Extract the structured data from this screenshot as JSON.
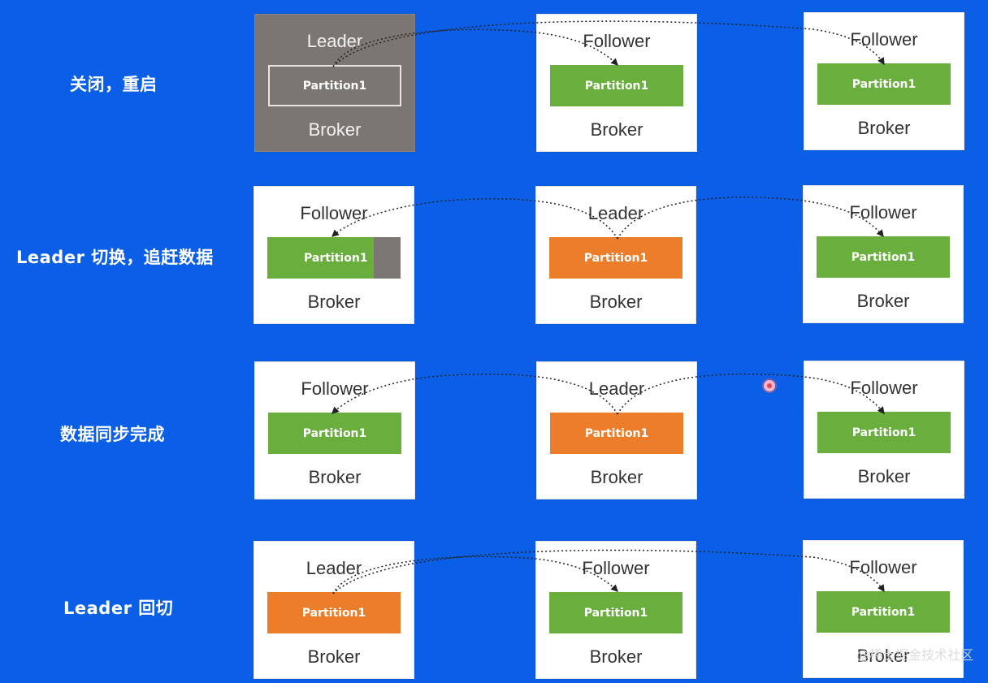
{
  "rows": [
    {
      "label": "关闭，重启",
      "brokers": [
        {
          "role": "Leader",
          "partition": "Partition1",
          "broker": "Broker",
          "state": "closed",
          "partition_style": "outline"
        },
        {
          "role": "Follower",
          "partition": "Partition1",
          "broker": "Broker",
          "state": "normal",
          "partition_style": "green"
        },
        {
          "role": "Follower",
          "partition": "Partition1",
          "broker": "Broker",
          "state": "normal",
          "partition_style": "green"
        }
      ]
    },
    {
      "label": "Leader 切换，追赶数据",
      "brokers": [
        {
          "role": "Follower",
          "partition": "Partition1",
          "broker": "Broker",
          "state": "normal",
          "partition_style": "lagging"
        },
        {
          "role": "Leader",
          "partition": "Partition1",
          "broker": "Broker",
          "state": "normal",
          "partition_style": "orange"
        },
        {
          "role": "Follower",
          "partition": "Partition1",
          "broker": "Broker",
          "state": "normal",
          "partition_style": "green"
        }
      ]
    },
    {
      "label": "数据同步完成",
      "brokers": [
        {
          "role": "Follower",
          "partition": "Partition1",
          "broker": "Broker",
          "state": "normal",
          "partition_style": "green"
        },
        {
          "role": "Leader",
          "partition": "Partition1",
          "broker": "Broker",
          "state": "normal",
          "partition_style": "orange"
        },
        {
          "role": "Follower",
          "partition": "Partition1",
          "broker": "Broker",
          "state": "normal",
          "partition_style": "green"
        }
      ]
    },
    {
      "label": "Leader 回切",
      "brokers": [
        {
          "role": "Leader",
          "partition": "Partition1",
          "broker": "Broker",
          "state": "normal",
          "partition_style": "orange"
        },
        {
          "role": "Follower",
          "partition": "Partition1",
          "broker": "Broker",
          "state": "normal",
          "partition_style": "green"
        },
        {
          "role": "Follower",
          "partition": "Partition1",
          "broker": "Broker",
          "state": "normal",
          "partition_style": "green"
        }
      ]
    }
  ],
  "watermark": "@稀土掘金技术社区",
  "colors": {
    "background": "#0b5fe6",
    "leader_partition": "#ec7d2b",
    "follower_partition": "#6aae3d",
    "closed_broker": "#7b7672",
    "lag": "#7c7773"
  }
}
